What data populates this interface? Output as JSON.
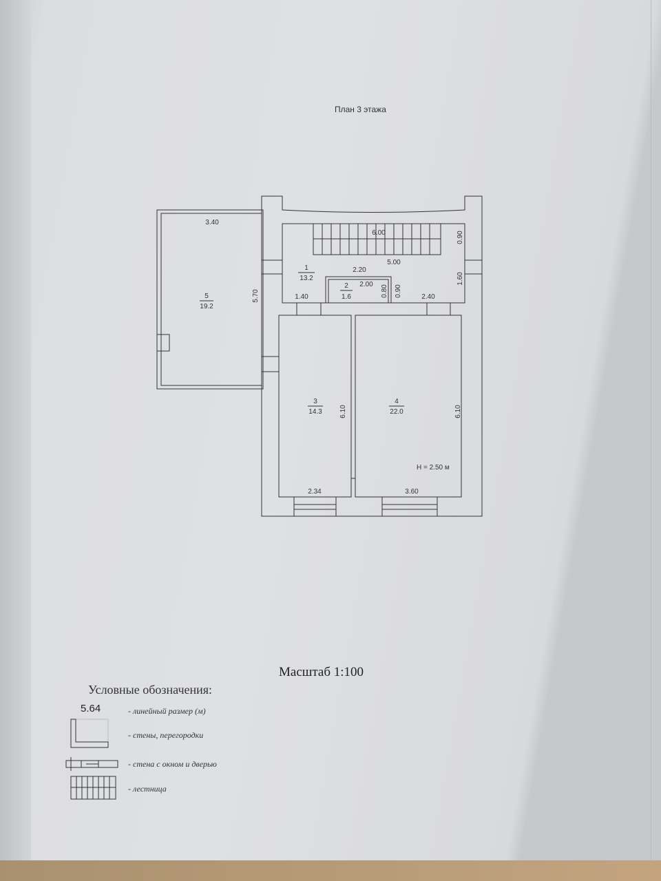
{
  "title": "План 3 этажа",
  "rooms": [
    {
      "number": "1",
      "area": "13.2"
    },
    {
      "number": "2",
      "area": "1.6"
    },
    {
      "number": "3",
      "area": "14.3"
    },
    {
      "number": "4",
      "area": "22.0"
    },
    {
      "number": "5",
      "area": "19.2"
    }
  ],
  "dimensions": {
    "room5_width": "3.40",
    "room5_length": "5.70",
    "stair_length": "6.00",
    "stair_width": "0.90",
    "hall_length": "5.00",
    "room2_outer": "2.20",
    "room2_inner": "2.00",
    "room2_depth": "0.80",
    "room2_depth_outer": "0.90",
    "hall_right": "1.60",
    "door_left": "1.40",
    "door_right": "2.40",
    "room3_length": "6.10",
    "room4_length": "6.10",
    "room3_width": "2.34",
    "room4_width": "3.60"
  },
  "ceiling_height": "H = 2.50 м",
  "scale": "Масштаб 1:100",
  "legend": {
    "title": "Условные обозначения:",
    "sample_dimension": "5.64",
    "items": [
      "- линейный размер (м)",
      "- стены, перегородки",
      "- стена с окном и дверью",
      "- лестница"
    ]
  }
}
